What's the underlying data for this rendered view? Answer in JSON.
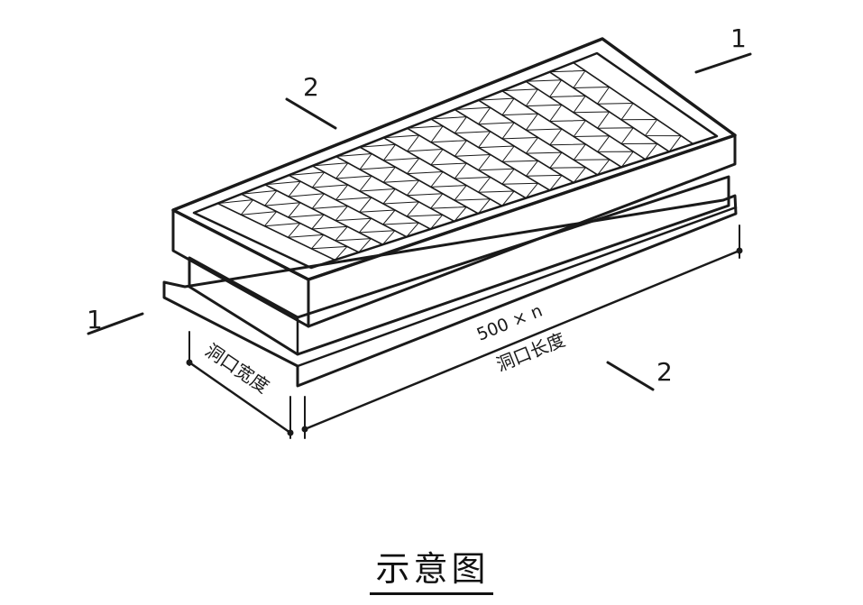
{
  "caption": "示意图",
  "section_marks": {
    "mark_1": "1",
    "mark_2": "2"
  },
  "dimensions": {
    "length_value": "500 × n",
    "length_label": "洞口长度",
    "width_label": "洞口宽度"
  }
}
